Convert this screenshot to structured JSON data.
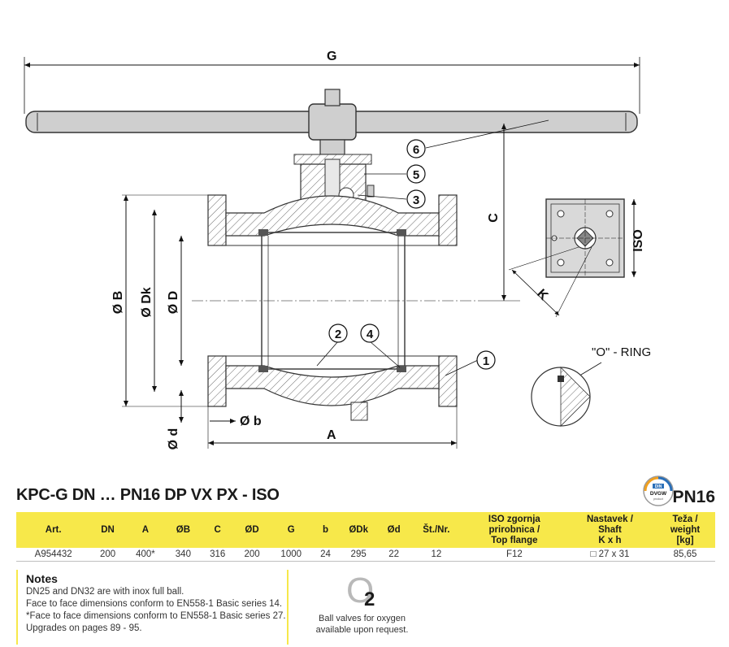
{
  "drawing": {
    "dim_labels": {
      "G": "G",
      "C": "C",
      "A": "A",
      "B": "Ø B",
      "Dk": "Ø Dk",
      "D": "Ø D",
      "d": "Ø d",
      "b": "Ø b",
      "K": "K",
      "ISO": "ISO"
    },
    "part_numbers": [
      "1",
      "2",
      "3",
      "4",
      "5",
      "6"
    ],
    "o_ring_label": "\"O\" - RING"
  },
  "product": {
    "title": "KPC-G DN … PN16 DP VX PX - ISO",
    "pressure_class": "PN16",
    "badge": {
      "top": "DIN",
      "main": "DVGW",
      "sub": "product"
    }
  },
  "table": {
    "headers": [
      [
        "Art."
      ],
      [
        "DN"
      ],
      [
        "A"
      ],
      [
        "ØB"
      ],
      [
        "C"
      ],
      [
        "ØD"
      ],
      [
        "G"
      ],
      [
        "b"
      ],
      [
        "ØDk"
      ],
      [
        "Ød"
      ],
      [
        "Št./Nr."
      ],
      [
        "ISO zgornja",
        "prirobnica /",
        "Top flange"
      ],
      [
        "Nastavek /",
        "Shaft",
        "K x h"
      ],
      [
        "Teža /",
        "weight",
        "[kg]"
      ]
    ],
    "rows": [
      [
        "A954432",
        "200",
        "400*",
        "340",
        "316",
        "200",
        "1000",
        "24",
        "295",
        "22",
        "12",
        "F12",
        "□ 27 x 31",
        "85,65"
      ]
    ]
  },
  "notes": {
    "title": "Notes",
    "lines": [
      "DN25 and DN32 are with inox full ball.",
      "Face to face dimensions conform to EN558-1 Basic series 14.",
      "*Face to face dimensions conform to EN558-1 Basic series 27.",
      "Upgrades on pages 89 - 95."
    ]
  },
  "oxygen": {
    "symbol": "O",
    "subscript": "2",
    "lines": [
      "Ball valves for oxygen",
      "available upon request."
    ]
  }
}
